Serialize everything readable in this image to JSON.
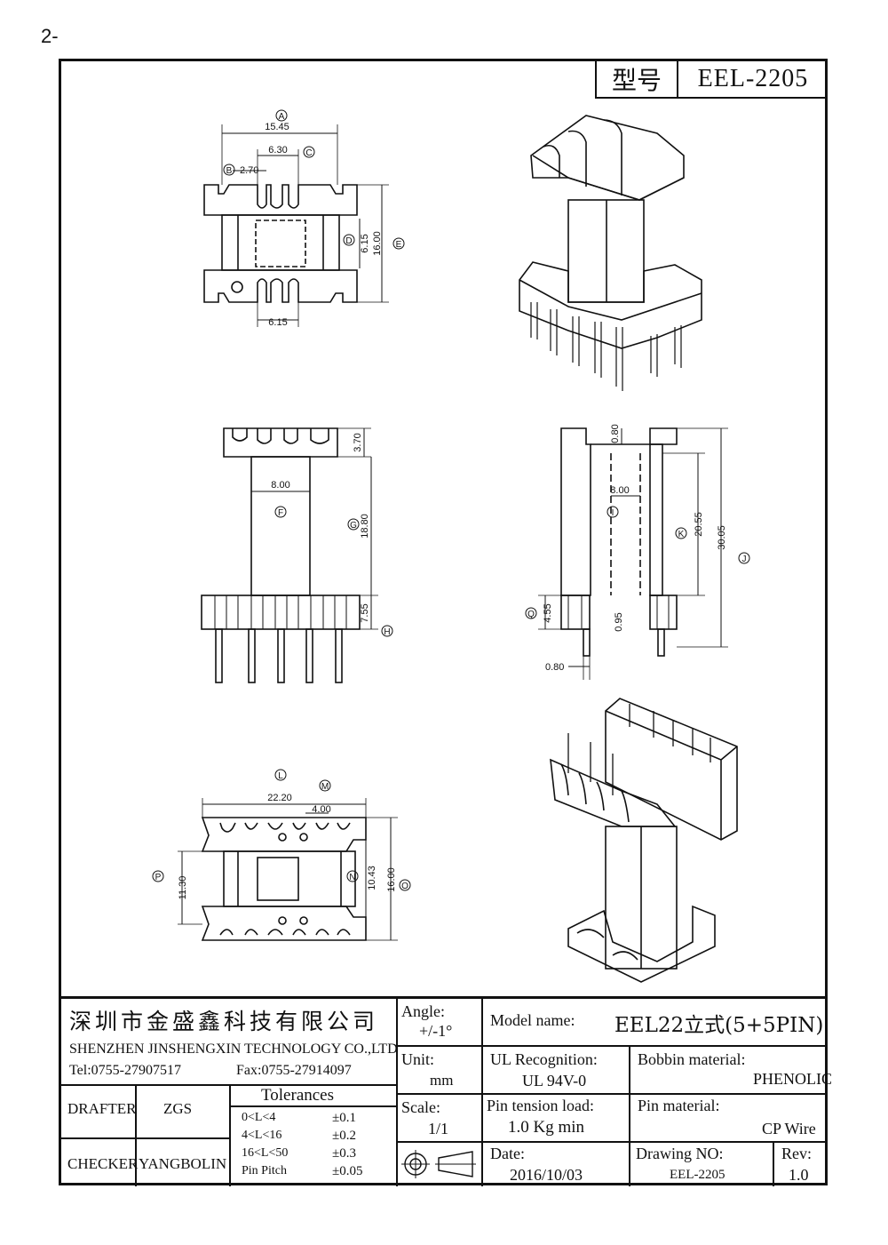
{
  "page_number": "2-",
  "header": {
    "model_label": "型号",
    "model_value": "EEL-2205"
  },
  "dimensions": {
    "top_view": {
      "A_label": "A",
      "A": "15.45",
      "C_label": "C",
      "C": "6.30",
      "B_label": "B",
      "B": "2.70",
      "D_label": "D",
      "D": "6.15",
      "E_label": "E",
      "E": "16.00",
      "bottom": "6.15"
    },
    "front_view": {
      "F_label": "F",
      "F": "8.00",
      "G_label": "G",
      "G": "18.80",
      "top": "3.70",
      "H_label": "H",
      "H": "7.55"
    },
    "side_view": {
      "top": "0.80",
      "I_label": "I",
      "I": "8.00",
      "K_label": "K",
      "K": "20.55",
      "J_label": "J",
      "J": "30.05",
      "Q_label": "Q",
      "Q": "4.55",
      "mid": "0.95",
      "pin": "0.80"
    },
    "bottom_view": {
      "L_label": "L",
      "L": "22.20",
      "M_label": "M",
      "M": "4.00",
      "P_label": "P",
      "P": "11.30",
      "N_label": "N",
      "N": "10.43",
      "O_label": "O",
      "O": "16.00"
    }
  },
  "title_block": {
    "company_cn": "深圳市金盛鑫科技有限公司",
    "company_en": "SHENZHEN JINSHENGXIN TECHNOLOGY CO.,LTD",
    "tel": "Tel:0755-27907517",
    "fax": "Fax:0755-27914097",
    "drafter_label": "DRAFTER",
    "drafter": "ZGS",
    "checker_label": "CHECKER",
    "checker": "YANGBOLIN",
    "tolerances_label": "Tolerances",
    "tolerances": [
      {
        "range": "0<L<4",
        "tol": "±0.1"
      },
      {
        "range": "4<L<16",
        "tol": "±0.2"
      },
      {
        "range": "16<L<50",
        "tol": "±0.3"
      },
      {
        "range": "Pin Pitch",
        "tol": "±0.05"
      }
    ],
    "angle_label": "Angle:",
    "angle": "+/-1°",
    "unit_label": "Unit:",
    "unit": "mm",
    "scale_label": "Scale:",
    "scale": "1/1",
    "model_name_label": "Model name:",
    "model_name": "EEL22立式(5+5PIN)",
    "ul_label": "UL Recognition:",
    "ul": "UL 94V-0",
    "bobbin_label": "Bobbin material:",
    "bobbin": "PHENOLIC",
    "pin_tension_label": "Pin tension load:",
    "pin_tension": "1.0 Kg min",
    "pin_material_label": "Pin material:",
    "pin_material": "CP Wire",
    "date_label": "Date:",
    "date": "2016/10/03",
    "drawing_no_label": "Drawing NO:",
    "drawing_no": "EEL-2205",
    "rev_label": "Rev:",
    "rev": "1.0"
  }
}
